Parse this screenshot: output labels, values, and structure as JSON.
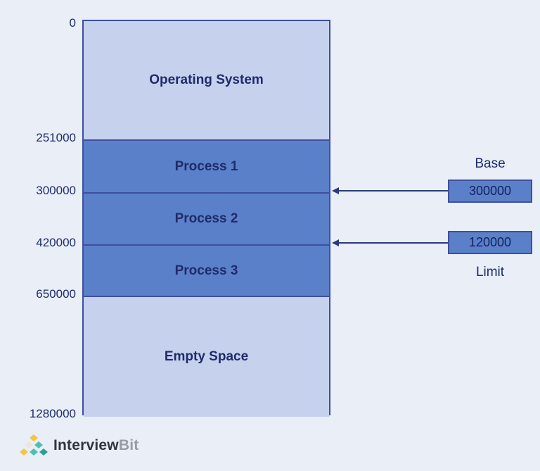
{
  "diagram": {
    "segments": [
      {
        "label": "Operating System",
        "shade": "light"
      },
      {
        "label": "Process 1",
        "shade": "dark"
      },
      {
        "label": "Process 2",
        "shade": "dark"
      },
      {
        "label": "Process 3",
        "shade": "dark"
      },
      {
        "label": "Empty Space",
        "shade": "light"
      }
    ],
    "addresses": [
      "0",
      "251000",
      "300000",
      "420000",
      "650000",
      "1280000"
    ],
    "base": {
      "label": "Base",
      "value": "300000"
    },
    "limit": {
      "label": "Limit",
      "value": "120000"
    },
    "colors": {
      "background": "#e9eef7",
      "segment_light": "#c6d1ee",
      "segment_dark": "#5b80ca",
      "border": "#3e4f9e",
      "text": "#1f2b6b"
    }
  },
  "logo": {
    "brand_primary": "Interview",
    "brand_secondary": "Bit"
  }
}
